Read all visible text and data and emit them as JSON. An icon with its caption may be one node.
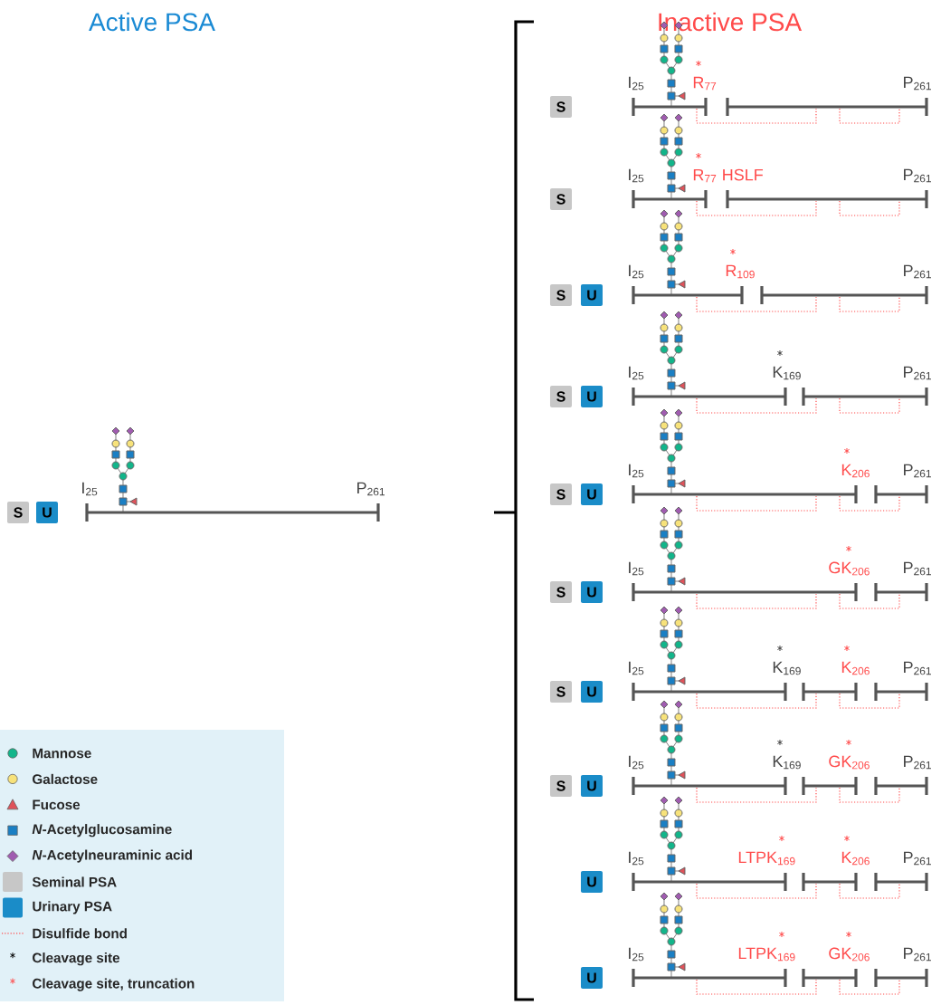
{
  "diagram": {
    "nodes": [
      {
        "text": [
          "S"
        ]
      },
      {
        "text": [
          "U"
        ]
      },
      {
        "text": [
          "S"
        ]
      },
      {
        "text": [
          "S"
        ]
      },
      {
        "text": [
          "S"
        ]
      },
      {
        "text": [
          "U"
        ]
      },
      {
        "text": [
          "S"
        ]
      },
      {
        "text": [
          "U"
        ]
      },
      {
        "text": [
          "S"
        ]
      },
      {
        "text": [
          "U"
        ]
      },
      {
        "text": [
          "S"
        ]
      },
      {
        "text": [
          "U"
        ]
      },
      {
        "text": [
          "S"
        ]
      },
      {
        "text": [
          "U"
        ]
      },
      {
        "text": [
          "S"
        ]
      },
      {
        "text": [
          "U"
        ]
      },
      {
        "text": [
          "U"
        ]
      },
      {
        "text": [
          "U"
        ]
      }
    ],
    "edges": [],
    "labels": [
      "Active PSA",
      "Inactive PSA",
      "I$_{25}$",
      "P$_{261}$",
      "I$_{25}$",
      "R$_{77}$",
      "P$_{261}$",
      "I$_{25}$",
      "R$_{77}$ HSLF",
      "P$_{261}$",
      "I$_{25}$",
      "R$_{109}$",
      "P$_{261}$",
      "I$_{25}$",
      "K$_{169}$",
      "P$_{261}$",
      "I$_{25}$",
      "K$_{206}$",
      "P$_{261}$",
      "I$_{25}$",
      "GK$_{206}$",
      "P$_{261}$",
      "I$_{25}$",
      "K$_{169}$",
      "K$_{206}$",
      "P$_{261}$",
      "I$_{25}$",
      "K$_{169}$",
      "GK$_{206}$",
      "P$_{261}$",
      "I$_{25}$",
      "LTPK$_{169}$",
      "K$_{206}$",
      "P$_{261}$",
      "I$_{25}$",
      "LTPK$_{169}$",
      "GK$_{206}$",
      "P$_{261}$"
    ],
    "legend": [
      {
        "text": "Mannose",
        "color": "#12b58a"
      },
      {
        "text": "Galactose",
        "color": "#f7e27a"
      },
      {
        "text": "Fucose",
        "color": "#e0525a"
      },
      {
        "text": "*N*-Acetylglucosamine",
        "color": "#1a7fc4"
      },
      {
        "text": "*N*-Acetylneuraminic acid",
        "color": "#a05cb0"
      },
      {
        "text": "Seminal PSA"
      },
      {
        "text": "Urinary PSA"
      },
      {
        "text": "Disulfide bond"
      },
      {
        "text": "Cleavage site"
      },
      {
        "text": "Cleavage site, truncation"
      }
    ]
  }
}
